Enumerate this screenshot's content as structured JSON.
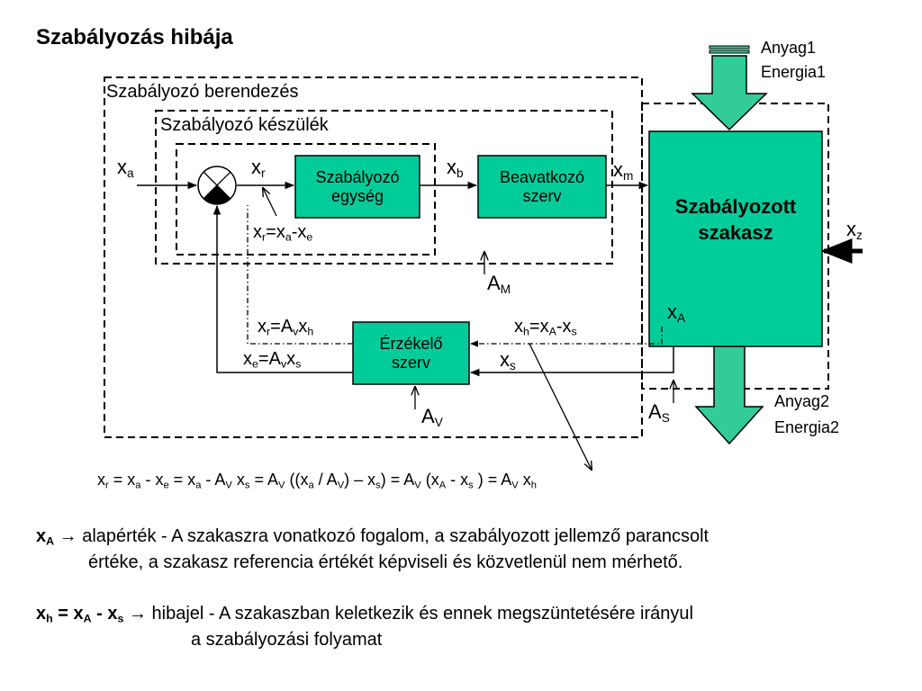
{
  "title": "Szabályozás hibája",
  "colors": {
    "box_fill": "#00CC99",
    "arrow_fill": "#33CC99",
    "line": "#000000"
  },
  "regions": {
    "berendezes": "Szabályozó berendezés",
    "keszulek": "Szabályozó készülék"
  },
  "blocks": {
    "egyseg": {
      "line1": "Szabályozó",
      "line2": "egység"
    },
    "beavatkozo": {
      "line1": "Beavatkozó",
      "line2": "szerv"
    },
    "erzekelo": {
      "line1": "Érzékelő",
      "line2": "szerv"
    },
    "szakasz": {
      "line1": "Szabályozott",
      "line2": "szakasz"
    }
  },
  "flows": {
    "input": {
      "line1": "Anyag1",
      "line2": "Energia1"
    },
    "output": {
      "line1": "Anyag2",
      "line2": "Energia2"
    }
  },
  "signals": {
    "x": "x",
    "A": "A",
    "eq": "=",
    "minus": "-",
    "a": "a",
    "r": "r",
    "b": "b",
    "m": "m",
    "z": "z",
    "e": "e",
    "h": "h",
    "s": "s",
    "v": "v",
    "V": "V",
    "M": "M",
    "S": "S",
    "Acap": "A"
  },
  "main_equation": {
    "p1": "x",
    "s_r": "r",
    "p2": " = x",
    "s_a": "a",
    "p3": " - x",
    "s_e": "e",
    "p4": " = x",
    "s_a2": "a",
    "p5": " - A",
    "s_V": "V",
    "p6": " x",
    "s_s": "s",
    "p7": " = A",
    "s_V2": "V",
    "p8": " ((x",
    "s_a3": "a",
    "p9": " / A",
    "s_V3": "V",
    "p10": ") – x",
    "s_s2": "s",
    "p11": ") = A",
    "s_V4": "V",
    "p12": " (x",
    "s_A": "A",
    "p13": " - x",
    "s_s3": "s",
    "p14": " ) = A",
    "s_V5": "V",
    "p15": " x",
    "s_h": "h"
  },
  "definitions": {
    "xA": {
      "symbol": "x",
      "sub": "A",
      "arrow": "→",
      "line1": " alapérték - A szakaszra vonatkozó fogalom, a szabályozott jellemző parancsolt",
      "line2": "értéke, a szakasz referencia értékét képviseli és közvetlenül nem mérhető."
    },
    "xh": {
      "sym1": "x",
      "sub1": "h",
      "eq": " = x",
      "sub2": "A",
      "minus": " - x",
      "sub3": "s",
      "arrow": " →",
      "line1": " hibajel - A szakaszban keletkezik és ennek megszüntetésére irányul",
      "line2": "a szabályozási folyamat"
    }
  }
}
